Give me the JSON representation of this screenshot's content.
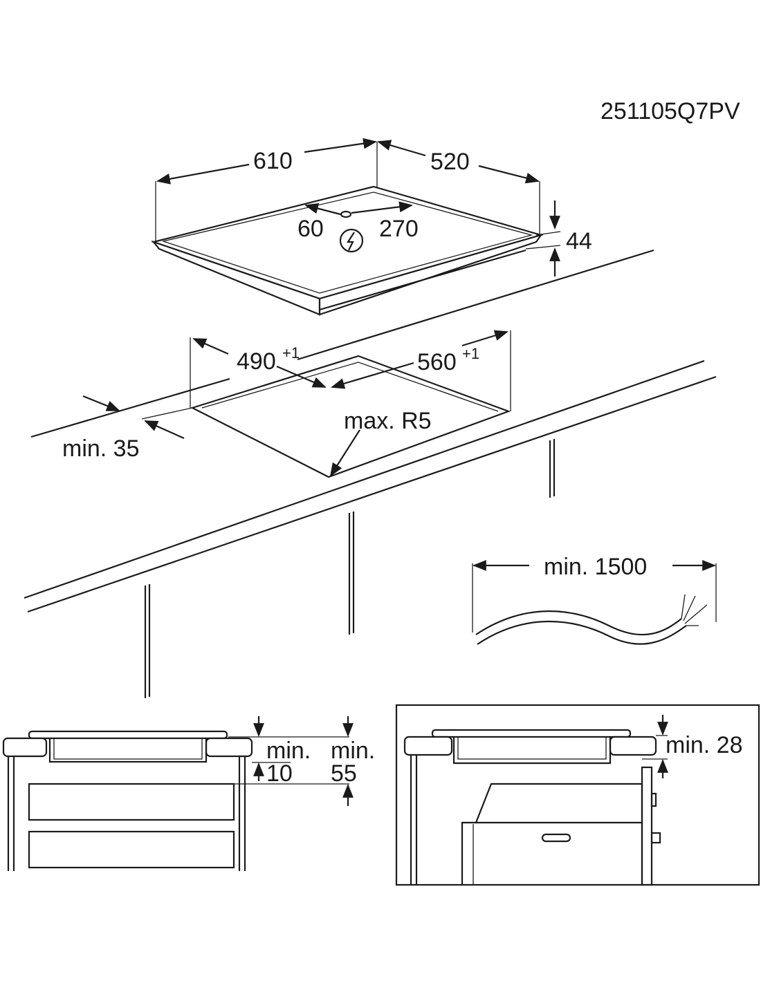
{
  "model_code": "251105Q7PV",
  "hob": {
    "width": "610",
    "depth": "520",
    "connection_offset_left": "60",
    "connection_offset_back": "270",
    "height": "44",
    "power_symbol": "lightning-icon"
  },
  "cutout": {
    "depth": "490",
    "depth_tolerance": "+1",
    "width": "560",
    "width_tolerance": "+1",
    "min_front_distance": "min. 35",
    "corner_radius": "max. R5"
  },
  "cable": {
    "min_length": "min. 1500"
  },
  "side_view_drawers": {
    "min_label_1": "min.",
    "min_value_1": "10",
    "min_label_2": "min.",
    "min_value_2": "55"
  },
  "side_view_oven": {
    "min_clearance": "min. 28"
  }
}
